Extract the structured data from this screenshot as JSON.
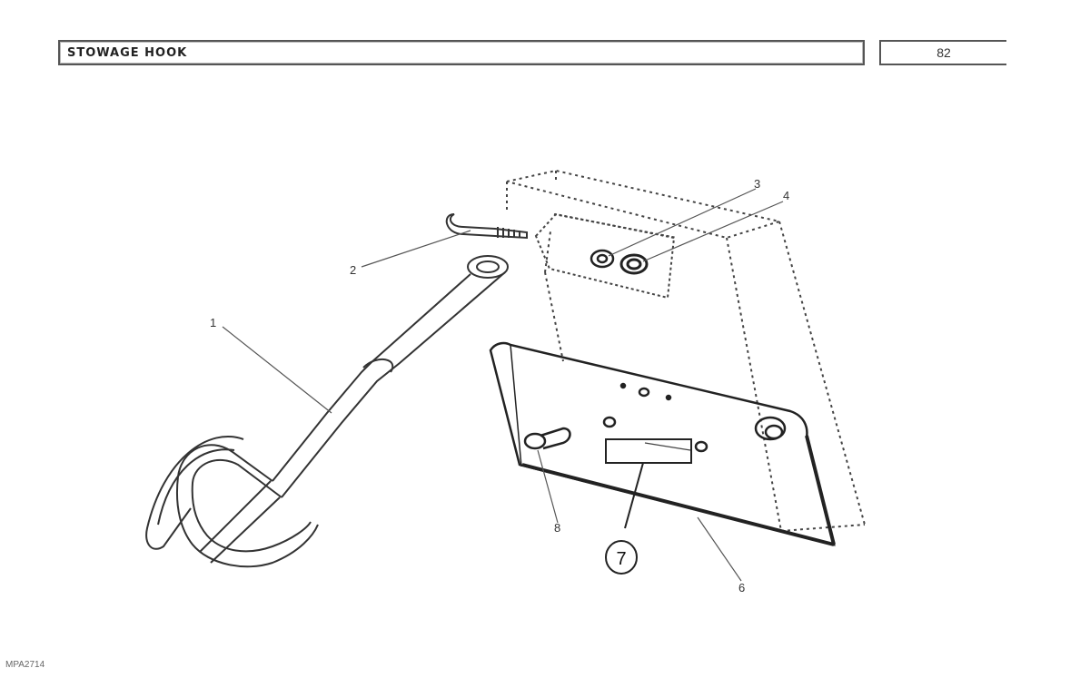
{
  "header": {
    "title": "STOWAGE HOOK",
    "page_number": "82"
  },
  "callouts": {
    "c1": "1",
    "c2": "2",
    "c3": "3",
    "c4": "4",
    "c6": "6",
    "c7": "7",
    "c8": "8"
  },
  "footer": {
    "code": "MPA2714"
  }
}
